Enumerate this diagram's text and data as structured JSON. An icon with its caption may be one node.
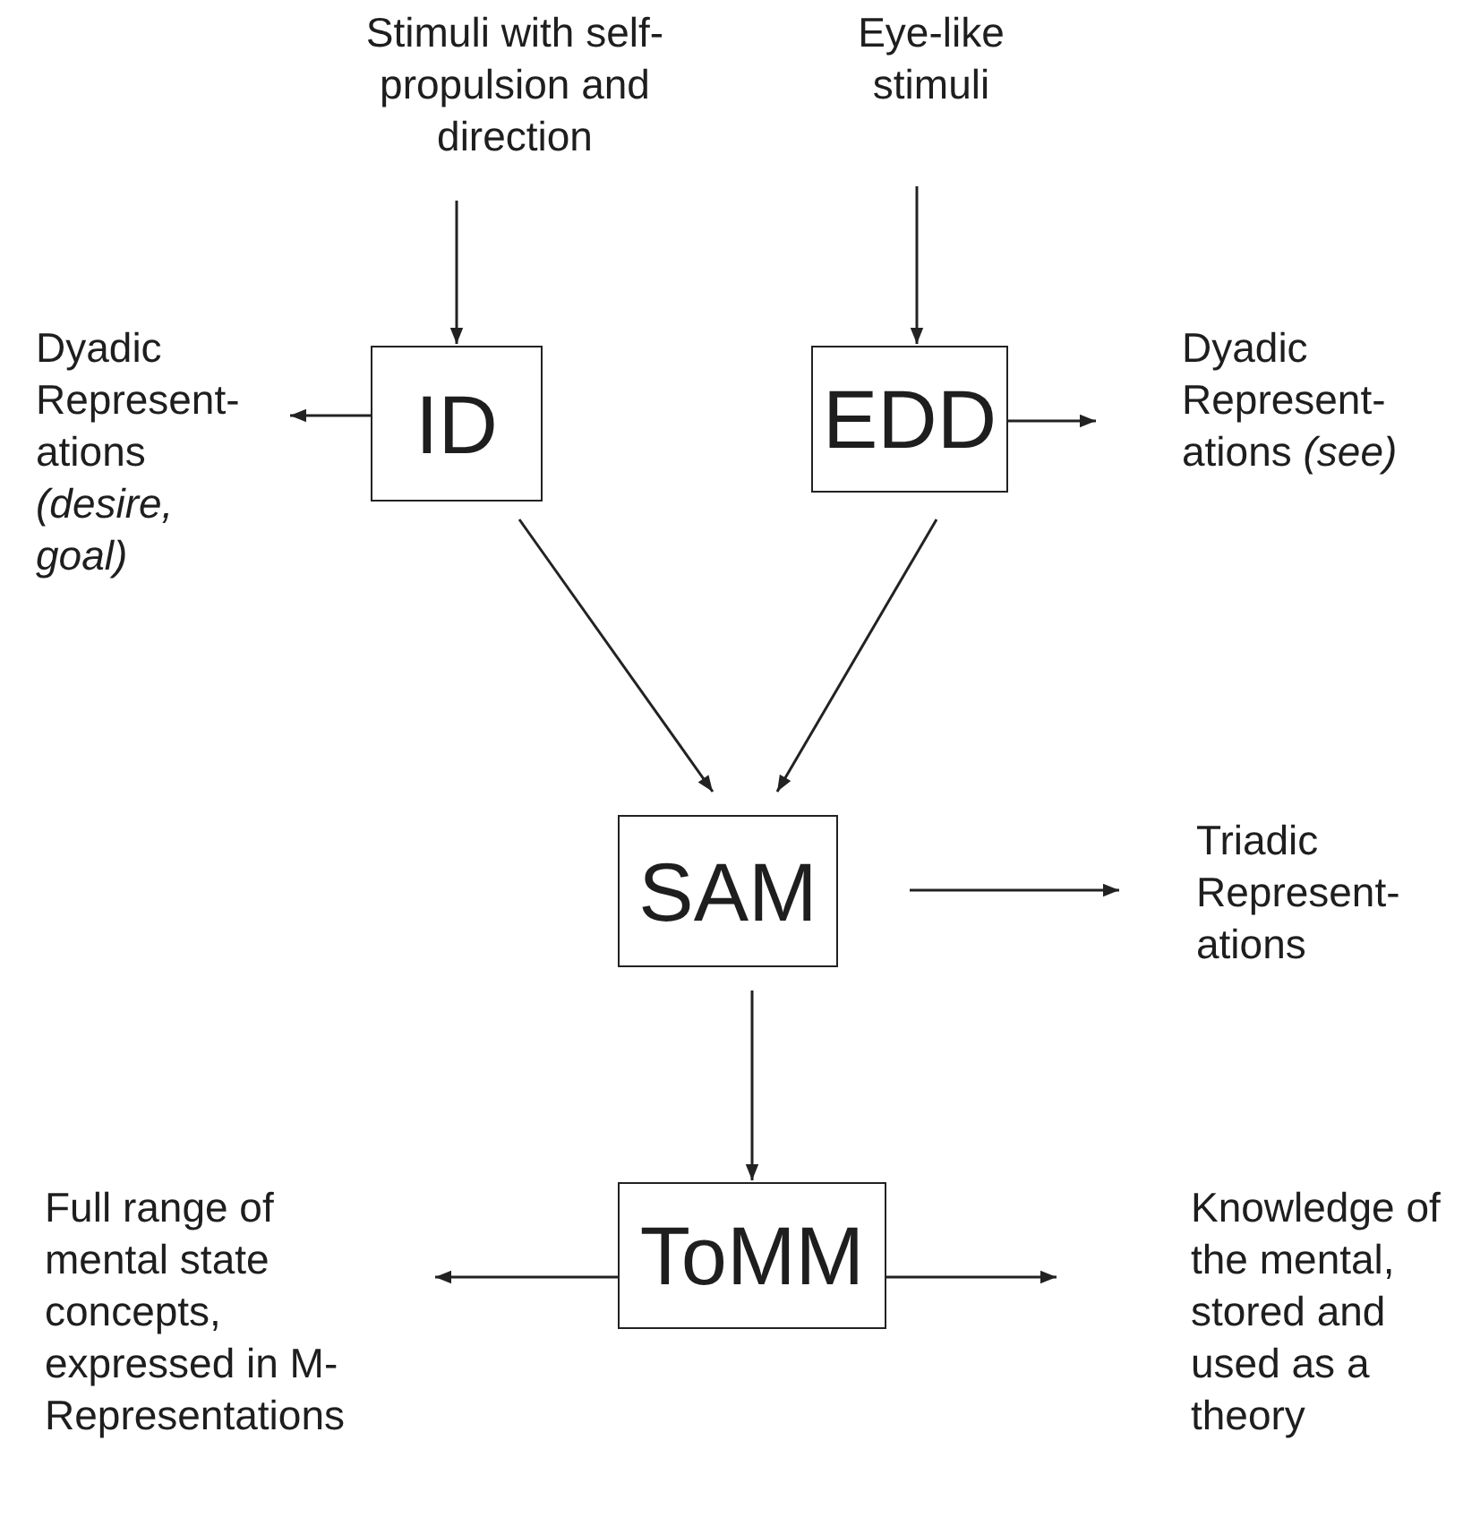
{
  "diagram": {
    "nodes": [
      {
        "text": [
          "Stimuli with self-propulsion and direction"
        ]
      },
      {
        "text": [
          "Eye-like stimuli"
        ]
      },
      {
        "text": [
          "ID"
        ]
      },
      {
        "text": [
          "EDD"
        ]
      },
      {
        "text": [
          "Dyadic Represent- ations *(desire, goal)*"
        ]
      },
      {
        "text": [
          "Dyadic Represent- ations *(see)*"
        ]
      },
      {
        "text": [
          "SAM"
        ]
      },
      {
        "text": [
          "Triadic Represent- ations"
        ]
      },
      {
        "text": [
          "ToMM"
        ]
      },
      {
        "text": [
          "Full range of mental state concepts, expressed in M- Representations"
        ]
      },
      {
        "text": [
          "Knowledge of the mental, stored and used as a theory"
        ]
      }
    ],
    "edges": [
      {
        "from": 0,
        "to": 2,
        "arrow": "to"
      },
      {
        "from": 1,
        "to": 3,
        "arrow": "to"
      },
      {
        "from": 2,
        "to": 4,
        "arrow": "to"
      },
      {
        "from": 3,
        "to": 5,
        "arrow": "to"
      },
      {
        "from": 2,
        "to": 6,
        "arrow": "to"
      },
      {
        "from": 3,
        "to": 6,
        "arrow": "to"
      },
      {
        "from": 6,
        "to": 7,
        "arrow": "to"
      },
      {
        "from": 6,
        "to": 8,
        "arrow": "to"
      },
      {
        "from": 8,
        "to": 9,
        "arrow": "to"
      },
      {
        "from": 8,
        "to": 10,
        "arrow": "to"
      }
    ]
  }
}
